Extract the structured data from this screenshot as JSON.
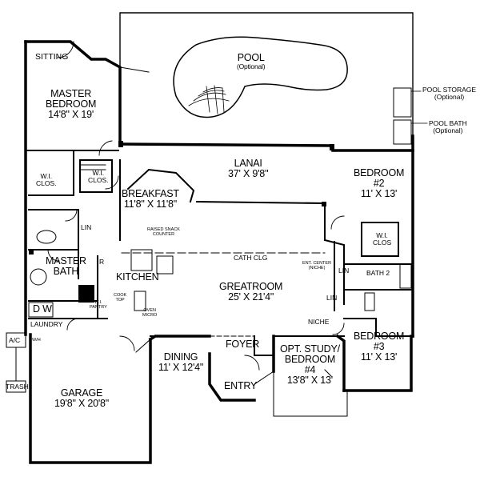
{
  "rooms": {
    "pool": {
      "name": "POOL",
      "note": "(Optional)"
    },
    "sitting": {
      "name": "SITTING"
    },
    "master_bedroom": {
      "name_line1": "MASTER",
      "name_line2": "BEDROOM",
      "dims": "14'8\" X 19'"
    },
    "lanai": {
      "name": "LANAI",
      "dims": "37' X 9'8\""
    },
    "bedroom2": {
      "name_line1": "BEDROOM",
      "name_line2": "#2",
      "dims": "11' X 13'"
    },
    "wi_clos_left": {
      "line1": "W.I.",
      "line2": "CLOS."
    },
    "wi_clos_mid": {
      "line1": "W.I.",
      "line2": "CLOS."
    },
    "wi_clos_bed2": {
      "line1": "W.I.",
      "line2": "CLOS"
    },
    "breakfast": {
      "name": "BREAKFAST",
      "dims": "11'8\" X 11'8\""
    },
    "raised_snack": {
      "line1": "RAISED SNACK",
      "line2": "COUNTER"
    },
    "lin_left": {
      "name": "LIN"
    },
    "lin_right1": {
      "name": "LIN"
    },
    "lin_right2": {
      "name": "LIN"
    },
    "cath_clg": {
      "name": "CATH CLG"
    },
    "ent_center": {
      "line1": "ENT. CENTER",
      "line2": "(NICHE)"
    },
    "master_bath": {
      "name_line1": "MASTER",
      "name_line2": "BATH"
    },
    "kitchen": {
      "name": "KITCHEN"
    },
    "greatroom": {
      "name": "GREATROOM",
      "dims": "25' X 21'4\""
    },
    "bath2": {
      "name": "BATH 2"
    },
    "cook_top": {
      "line1": "COOK",
      "line2": "TOP"
    },
    "oven_micro": {
      "line1": "OVEN",
      "line2": "MICRO"
    },
    "wi_pantry": {
      "line1": "W.I.",
      "line2": "PANTRY"
    },
    "dw": {
      "name": "D W"
    },
    "laundry": {
      "name": "LAUNDRY"
    },
    "niche": {
      "name": "NICHE"
    },
    "bedroom3": {
      "name_line1": "BEDROOM",
      "name_line2": "#3",
      "dims": "11' X 13'"
    },
    "ac": {
      "name": "A/C"
    },
    "wh": {
      "name": "W/H"
    },
    "foyer": {
      "name": "FOYER"
    },
    "dining": {
      "name": "DINING",
      "dims": "11' X 12'4\""
    },
    "opt_study": {
      "line1": "OPT. STUDY/",
      "line2": "BEDROOM",
      "line3": "#4",
      "dims": "13'8\" X 13'"
    },
    "entry": {
      "name": "ENTRY"
    },
    "trash": {
      "name": "TRASH"
    },
    "garage": {
      "name": "GARAGE",
      "dims": "19'8\" X 20'8\""
    },
    "pool_storage": {
      "name": "POOL STORAGE",
      "note": "(Optional)"
    },
    "pool_bath": {
      "name": "POOL BATH",
      "note": "(Optional)"
    },
    "r_mark": {
      "name": "R"
    }
  }
}
